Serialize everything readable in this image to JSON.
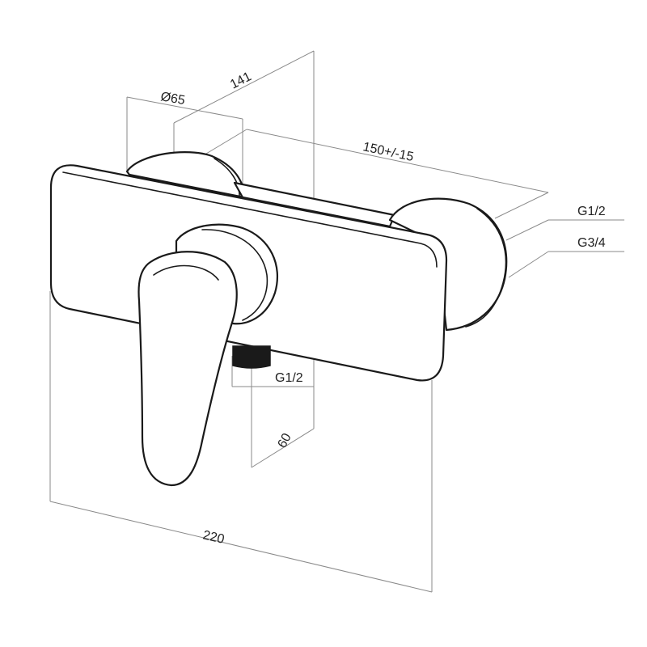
{
  "dimensions": {
    "diameter": "Ø65",
    "depth": "141",
    "spacing": "150+/-15",
    "inlet_top": "G1/2",
    "inlet_bottom": "G3/4",
    "outlet": "G1/2",
    "outlet_offset": "60",
    "width": "220"
  }
}
